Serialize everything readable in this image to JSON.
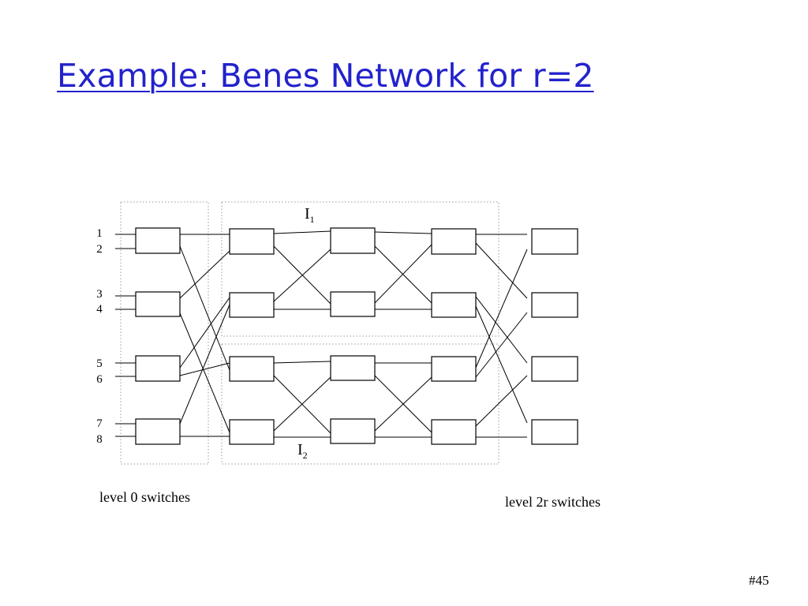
{
  "slide": {
    "title": "Example: Benes Network for r=2",
    "slide_number": "#45"
  },
  "colors": {
    "title": "#2222cc",
    "lines": "#000000",
    "dotted_boxes": "#999999"
  },
  "diagram": {
    "input_labels": [
      "1",
      "2",
      "3",
      "4",
      "5",
      "6",
      "7",
      "8"
    ],
    "subnetwork_labels": [
      {
        "letter": "I",
        "subscript": "1"
      },
      {
        "letter": "I",
        "subscript": "2"
      }
    ],
    "captions": {
      "left": "level 0 switches",
      "right": "level 2r switches"
    }
  }
}
